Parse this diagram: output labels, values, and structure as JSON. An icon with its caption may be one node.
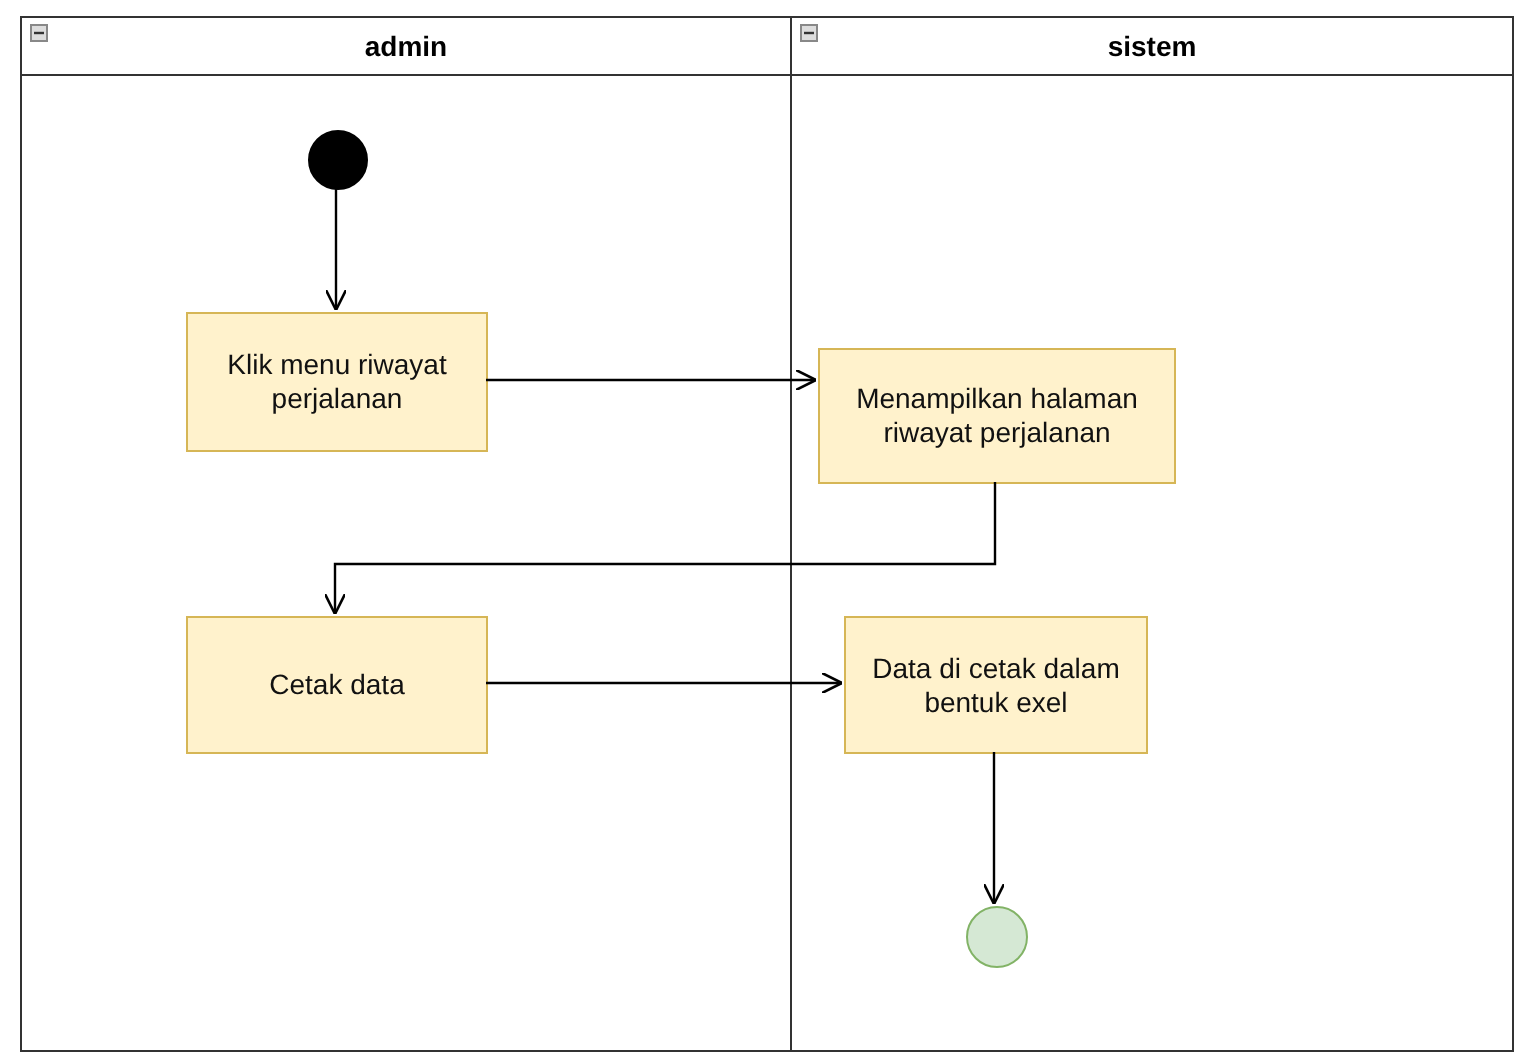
{
  "diagram": {
    "nodes": [
      {
        "text": [
          "admin"
        ]
      },
      {
        "text": [
          "sistem"
        ]
      },
      {
        "text": [],
        "shape": "circle",
        "in": 0
      },
      {
        "text": [
          "Klik menu riwayat perjalanan"
        ],
        "in": 0
      },
      {
        "text": [
          "Menampilkan halaman riwayat perjalanan"
        ],
        "in": 1
      },
      {
        "text": [
          "Cetak data"
        ],
        "in": 0
      },
      {
        "text": [
          "Data di cetak dalam bentuk exel"
        ],
        "in": 1
      },
      {
        "text": [],
        "shape": "circle",
        "in": 1
      }
    ],
    "edges": [
      {
        "from": 2,
        "to": 3,
        "arrow": "to"
      },
      {
        "from": 3,
        "to": 4,
        "arrow": "to"
      },
      {
        "from": 4,
        "to": 5,
        "arrow": "to"
      },
      {
        "from": 5,
        "to": 6,
        "arrow": "to"
      },
      {
        "from": 6,
        "to": 7,
        "arrow": "to"
      }
    ]
  }
}
